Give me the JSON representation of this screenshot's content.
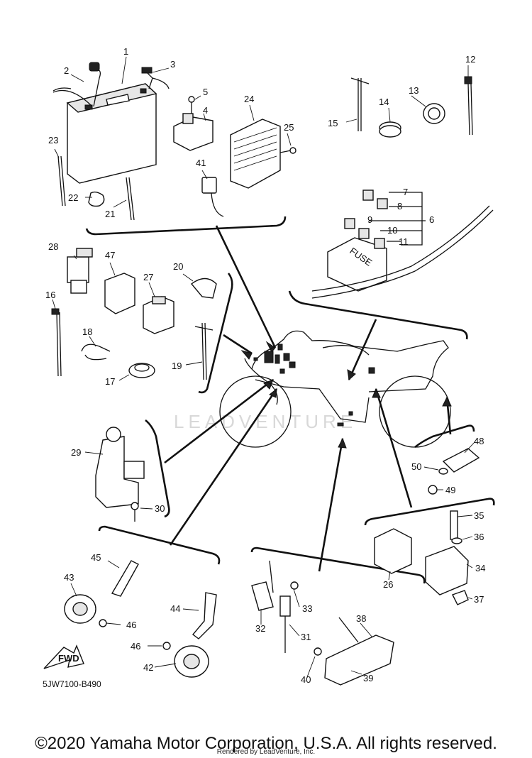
{
  "diagram": {
    "part_number_code": "5JW7100-B490",
    "watermark": "LEADVENTURE",
    "fwd_label": "FWD",
    "fuse_label": "FUSE",
    "labels": [
      "1",
      "2",
      "3",
      "4",
      "5",
      "6",
      "7",
      "8",
      "9",
      "10",
      "11",
      "12",
      "13",
      "14",
      "15",
      "16",
      "17",
      "18",
      "19",
      "20",
      "21",
      "22",
      "23",
      "24",
      "25",
      "27",
      "28",
      "29",
      "30",
      "31",
      "32",
      "33",
      "34",
      "35",
      "36",
      "37",
      "38",
      "39",
      "40",
      "41",
      "42",
      "43",
      "44",
      "45",
      "46",
      "46",
      "47",
      "48",
      "49",
      "50",
      "26"
    ]
  },
  "footer": {
    "copyright": "©2020 Yamaha Motor Corporation, U.S.A. All rights reserved.",
    "rendered_by": "Rendered by LeadVenture, Inc."
  }
}
